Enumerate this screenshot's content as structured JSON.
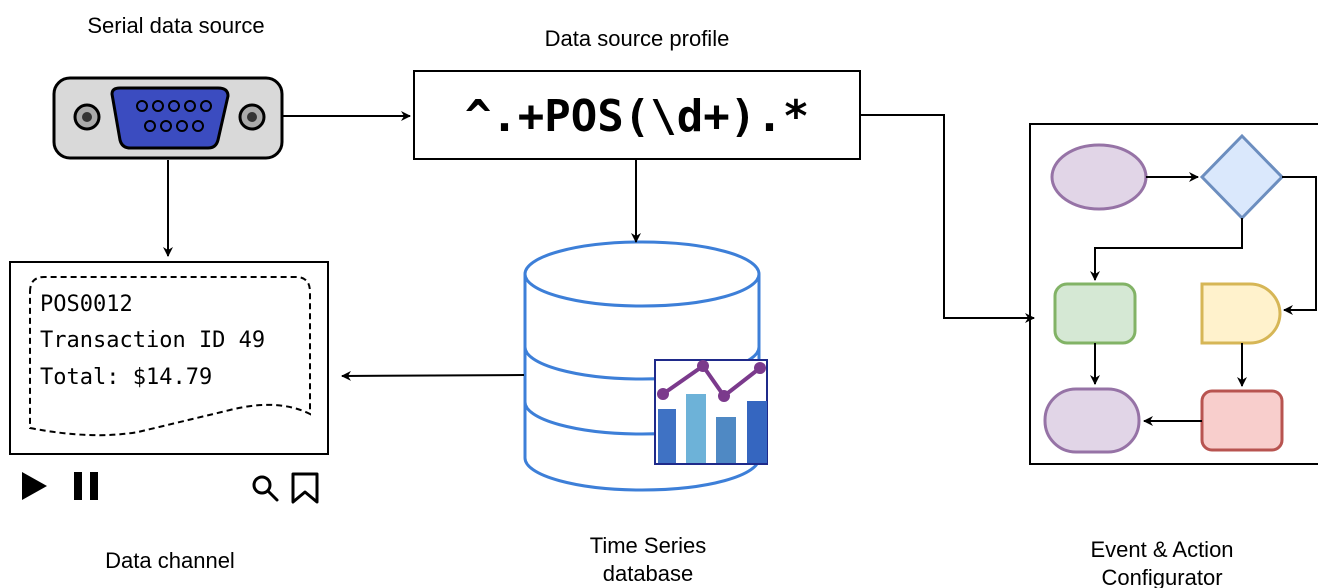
{
  "labels": {
    "serial_source": "Serial data source",
    "profile": "Data source profile",
    "channel": "Data channel",
    "tsdb_line1": "Time Series",
    "tsdb_line2": "database",
    "configurator_line1": "Event & Action",
    "configurator_line2": "Configurator"
  },
  "profile_regex": "^.+POS(\\d+).*",
  "receipt_lines": [
    "POS0012",
    "Transaction ID 49",
    "Total: $14.79"
  ],
  "player_controls": {
    "play": "play-icon",
    "pause": "pause-icon",
    "search": "search-icon",
    "bookmark": "bookmark-icon"
  },
  "colors": {
    "line": "#000000",
    "db_blue": "#3d7fd8",
    "chart_bg": "#ffffff",
    "chart_border": "#1f2a8a",
    "chart_line": "#7b3a8c",
    "chart_bars": [
      "#3f72c4",
      "#6db2d8",
      "#4f89c4",
      "#3566c0"
    ],
    "connector_fill": "#d9d9d9",
    "connector_blue": "#3b4cc0",
    "shape_purple_fill": "#e1d5e7",
    "shape_purple_stroke": "#9673a6",
    "shape_blue_fill": "#dae8fc",
    "shape_blue_stroke": "#6c8ebf",
    "shape_green_fill": "#d5e8d4",
    "shape_green_stroke": "#82b366",
    "shape_yellow_fill": "#fff2cc",
    "shape_yellow_stroke": "#d6b656",
    "shape_red_fill": "#f8cecc",
    "shape_red_stroke": "#b85450"
  }
}
